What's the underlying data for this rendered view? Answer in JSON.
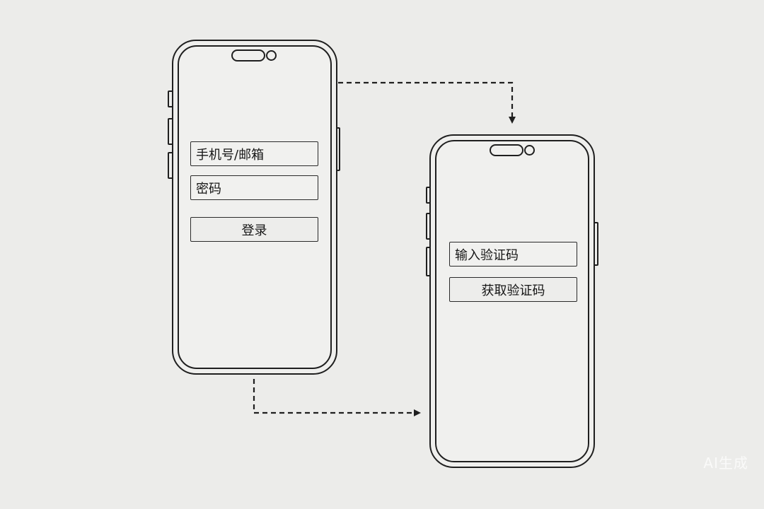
{
  "colors": {
    "background": "#ececea",
    "outline": "#1f1f1f"
  },
  "login_screen": {
    "account_placeholder": "手机号/邮箱",
    "password_placeholder": "密码",
    "login_button": "登录"
  },
  "verify_screen": {
    "code_placeholder": "输入验证码",
    "get_code_button": "获取验证码"
  },
  "watermark": "AI生成"
}
